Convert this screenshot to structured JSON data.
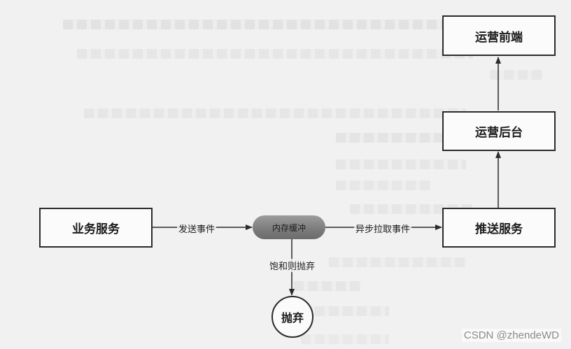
{
  "nodes": {
    "ops_frontend": "运营前端",
    "ops_backend": "运营后台",
    "business_service": "业务服务",
    "memory_buffer": "内存缓冲",
    "push_service": "推送服务",
    "discard": "抛弃"
  },
  "edges": {
    "send_event": "发送事件",
    "async_pull_event": "异步拉取事件",
    "discard_when_full": "饱和则抛弃"
  },
  "watermark": "CSDN @zhendeWD"
}
